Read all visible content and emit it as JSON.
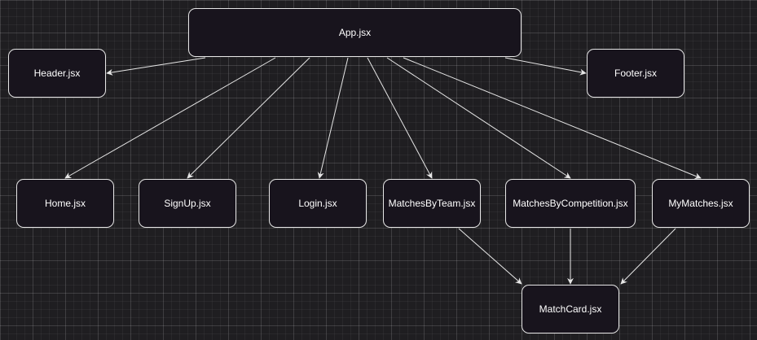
{
  "nodes": {
    "app": "App.jsx",
    "header": "Header.jsx",
    "footer": "Footer.jsx",
    "home": "Home.jsx",
    "signup": "SignUp.jsx",
    "login": "Login.jsx",
    "matches_by_team": "MatchesByTeam.jsx",
    "matches_by_competition": "MatchesByCompetition.jsx",
    "my_matches": "MyMatches.jsx",
    "match_card": "MatchCard.jsx"
  },
  "edges": [
    {
      "from": "app",
      "to": "header"
    },
    {
      "from": "app",
      "to": "footer"
    },
    {
      "from": "app",
      "to": "home"
    },
    {
      "from": "app",
      "to": "signup"
    },
    {
      "from": "app",
      "to": "login"
    },
    {
      "from": "app",
      "to": "matches_by_team"
    },
    {
      "from": "app",
      "to": "matches_by_competition"
    },
    {
      "from": "app",
      "to": "my_matches"
    },
    {
      "from": "matches_by_team",
      "to": "match_card"
    },
    {
      "from": "matches_by_competition",
      "to": "match_card"
    },
    {
      "from": "my_matches",
      "to": "match_card"
    }
  ],
  "colors": {
    "background": "#1f1e21",
    "node_fill": "#18141d",
    "node_border": "#e6e6e6",
    "edge": "#e6e6e6",
    "text": "#ffffff"
  }
}
